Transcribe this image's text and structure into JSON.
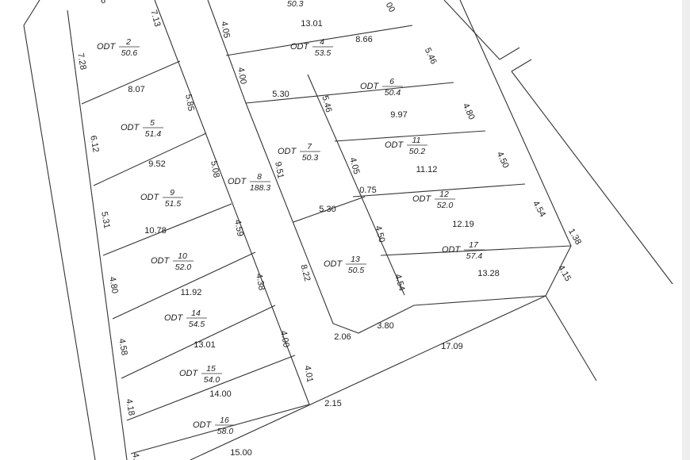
{
  "parcels": [
    {
      "code": "ODT",
      "number": "2",
      "area": "50.6"
    },
    {
      "code": "ODT",
      "number": "4",
      "area": "53.5"
    },
    {
      "code": "ODT",
      "number": "5",
      "area": "51.4"
    },
    {
      "code": "ODT",
      "number": "6",
      "area": "50.4"
    },
    {
      "code": "ODT",
      "number": "7",
      "area": "50.3"
    },
    {
      "code": "ODT",
      "number": "8",
      "area": "188.3"
    },
    {
      "code": "ODT",
      "number": "9",
      "area": "51.5"
    },
    {
      "code": "ODT",
      "number": "10",
      "area": "52.0"
    },
    {
      "code": "ODT",
      "number": "11",
      "area": "50.2"
    },
    {
      "code": "ODT",
      "number": "12",
      "area": "52.0"
    },
    {
      "code": "ODT",
      "number": "13",
      "area": "50.5"
    },
    {
      "code": "ODT",
      "number": "14",
      "area": "54.5"
    },
    {
      "code": "ODT",
      "number": "15",
      "area": "54.0"
    },
    {
      "code": "ODT",
      "number": "16",
      "area": "58.0"
    },
    {
      "code": "ODT",
      "number": "17",
      "area": "57.4"
    }
  ],
  "top_partial": {
    "area": "50.3",
    "dim_a": "6",
    "dim_b": "00"
  },
  "dimensions": [
    "7.13",
    "7.28",
    "8.07",
    "5.85",
    "6.12",
    "9.52",
    "5.08",
    "5.31",
    "10.78",
    "4.59",
    "4.80",
    "11.92",
    "4.38",
    "4.58",
    "13.01",
    "4.00",
    "4.18",
    "14.00",
    "4.01",
    "15.00",
    "4.",
    "4.05",
    "4.00",
    "13.01",
    "8.66",
    "5.46",
    "5.30",
    "5.46",
    "4.80",
    "9.97",
    "9.51",
    "4.05",
    "4.50",
    "11.12",
    "0.75",
    "5.30",
    "4.54",
    "12.19",
    "4.50",
    "1.38",
    "8.22",
    "4.15",
    "13.28",
    "4.54",
    "3.80",
    "2.06",
    "17.09",
    "2.15"
  ]
}
